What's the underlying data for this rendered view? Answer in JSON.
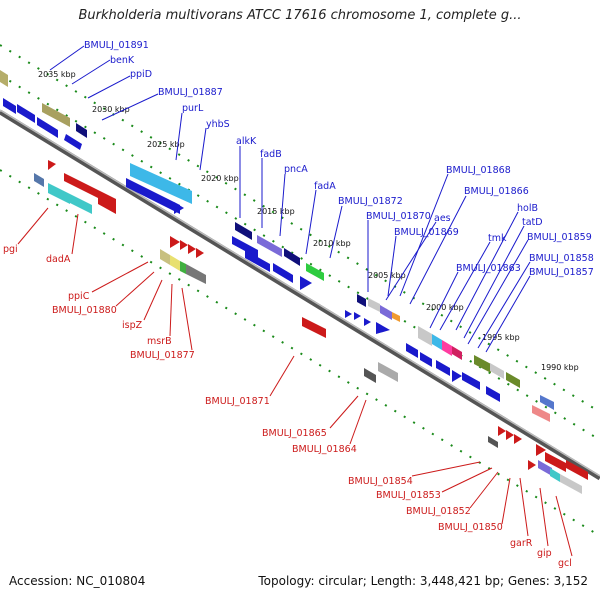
{
  "title": "Burkholderia multivorans ATCC 17616 chromosome 1, complete g...",
  "accession": "Accession: NC_010804",
  "topology": "Topology: circular; Length: 3,448,421 bp; Genes: 3,152",
  "ticks": [
    "2035 kbp",
    "2030 kbp",
    "2025 kbp",
    "2020 kbp",
    "2015 kbp",
    "2010 kbp",
    "2005 kbp",
    "2000 kbp",
    "1995 kbp",
    "1990 kbp"
  ],
  "upper_labels": [
    "BMULJ_01891",
    "benK",
    "ppiD",
    "BMULJ_01887",
    "purL",
    "yhbS",
    "alkK",
    "fadB",
    "pncA",
    "fadA",
    "BMULJ_01872",
    "BMULJ_01868",
    "BMULJ_01866",
    "BMULJ_01870",
    "aes",
    "BMULJ_01869",
    "holB",
    "tatD",
    "tmk",
    "BMULJ_01859",
    "BMULJ_01858",
    "BMULJ_01863",
    "BMULJ_01857"
  ],
  "lower_labels": [
    "pgi",
    "dadA",
    "ppiC",
    "BMULJ_01880",
    "ispZ",
    "msrB",
    "BMULJ_01877",
    "BMULJ_01871",
    "BMULJ_01865",
    "BMULJ_01864",
    "BMULJ_01854",
    "BMULJ_01853",
    "BMULJ_01852",
    "BMULJ_01850",
    "garR",
    "gip",
    "gcl"
  ],
  "colors": {
    "forward": "#1a1acc",
    "reverse": "#cc1a1a",
    "backbone": "#666666"
  }
}
